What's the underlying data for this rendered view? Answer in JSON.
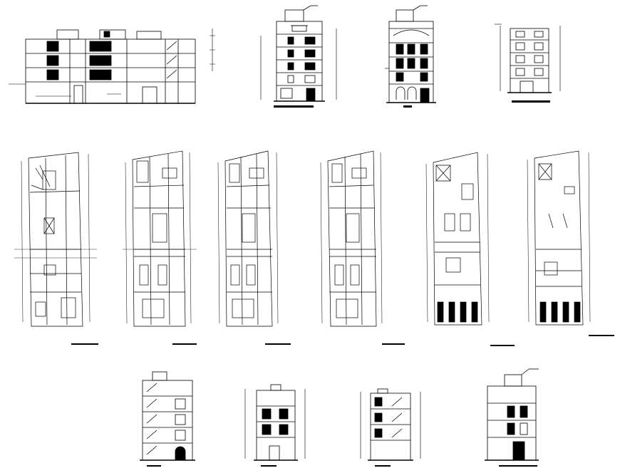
{
  "sheet": {
    "background": "#ffffff",
    "line_color": "#000000"
  },
  "elevations_top": [
    {
      "id": "side-section"
    },
    {
      "id": "front-elevation-a"
    },
    {
      "id": "front-elevation-b"
    },
    {
      "id": "rear-elevation"
    }
  ],
  "floor_plans": [
    {
      "id": "plan-1"
    },
    {
      "id": "plan-2"
    },
    {
      "id": "plan-3"
    },
    {
      "id": "plan-4"
    },
    {
      "id": "plan-5-parking"
    },
    {
      "id": "plan-6-roof"
    }
  ],
  "sections_bottom": [
    {
      "id": "section-a"
    },
    {
      "id": "section-b"
    },
    {
      "id": "section-c"
    },
    {
      "id": "section-d"
    }
  ]
}
